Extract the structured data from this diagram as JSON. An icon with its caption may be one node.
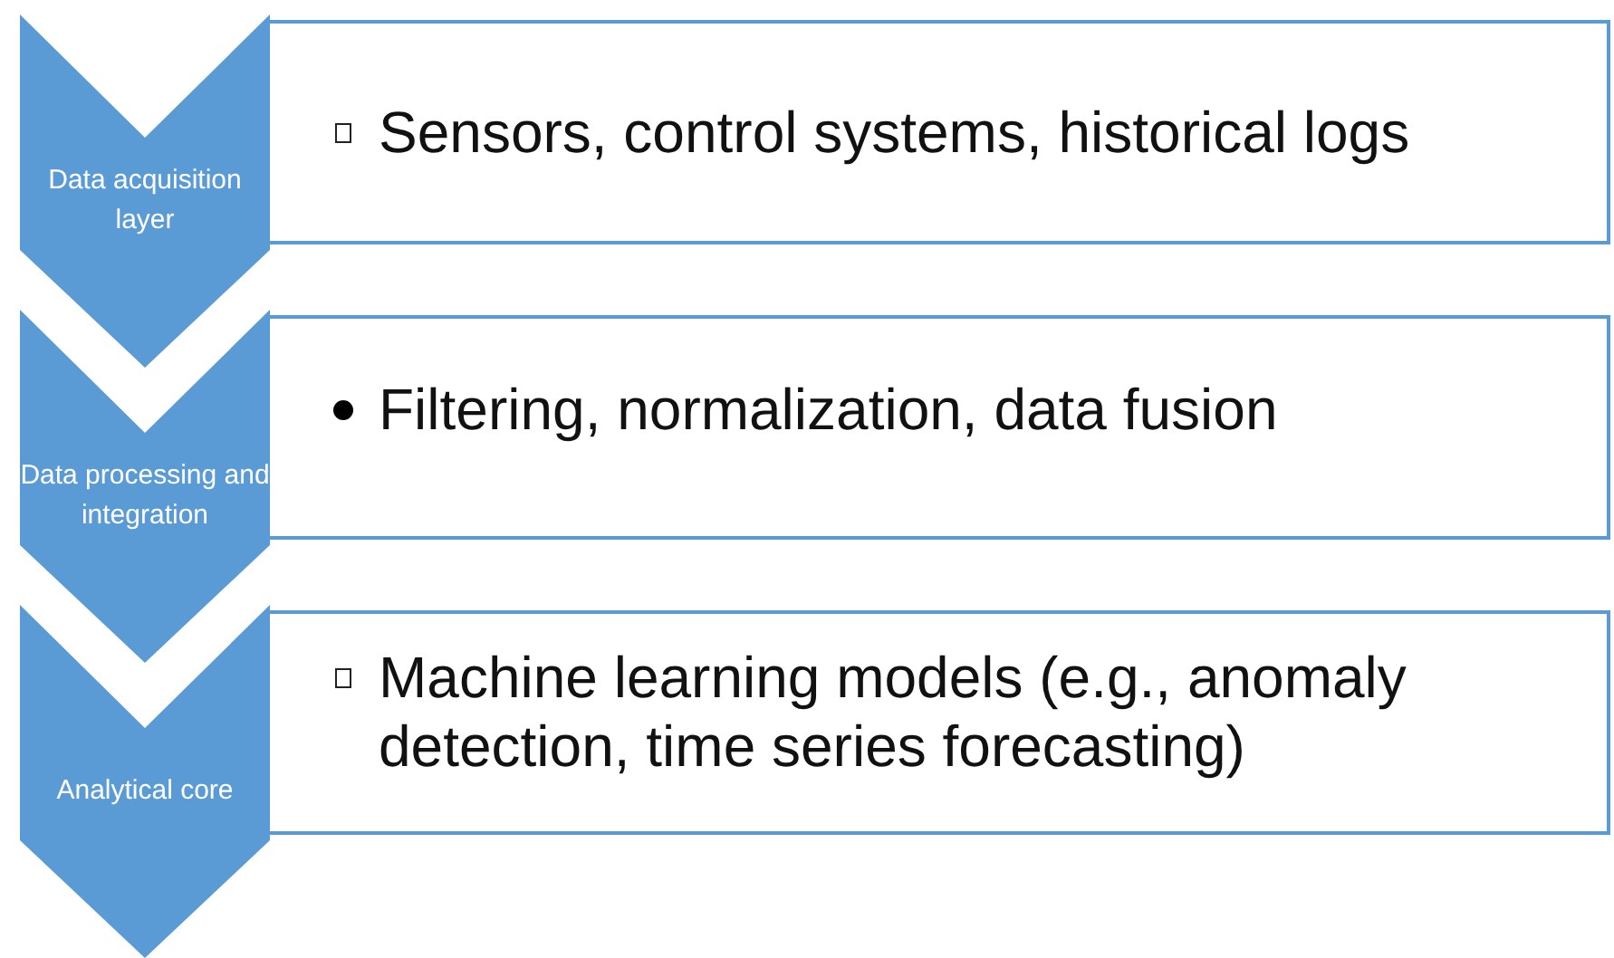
{
  "diagram": {
    "nodes": [
      {
        "text": [
          "Data acquisition layer"
        ]
      },
      {
        "text": [
          "Sensors, control systems, historical logs"
        ]
      },
      {
        "text": [
          "Data processing and integration"
        ]
      },
      {
        "text": [
          "Filtering, normalization, data fusion"
        ]
      },
      {
        "text": [
          "Analytical core"
        ]
      },
      {
        "text": [
          "Machine learning models (e.g., anomaly detection, time series forecasting)"
        ]
      }
    ]
  }
}
